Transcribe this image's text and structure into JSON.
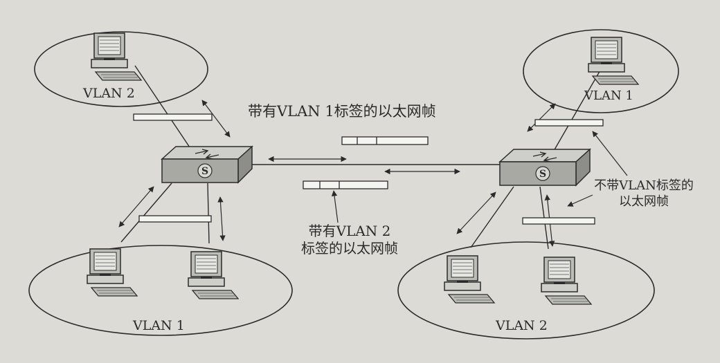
{
  "groups": {
    "top_left": "VLAN 2",
    "top_right": "VLAN 1",
    "bottom_left": "VLAN 1",
    "bottom_right": "VLAN 2"
  },
  "switch_icon_letter": "S",
  "annotations": {
    "tagged_vlan1": "带有VLAN 1标签的以太网帧",
    "tagged_vlan2_line1": "带有VLAN 2",
    "tagged_vlan2_line2": "标签的以太网帧",
    "untagged_line1": "不带VLAN标签的",
    "untagged_line2": "以太网帧"
  },
  "colors": {
    "paper": "#dcdbd6",
    "ink": "#2a2a2a",
    "frame_fill": "#f4f4f0",
    "switch_face": "#a9a9a4",
    "switch_top": "#cfcfca"
  }
}
